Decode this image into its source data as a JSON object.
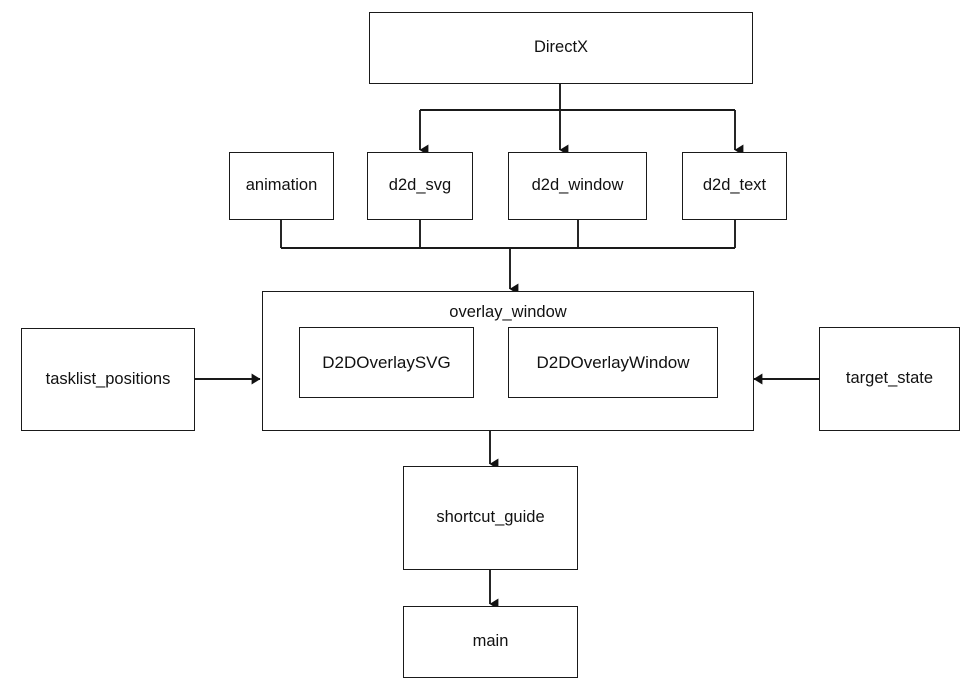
{
  "diagram": {
    "title": "DirectX module dependency diagram",
    "type": "flowchart",
    "background_color": "#ffffff",
    "line_color": "#1a1a1a",
    "text_color": "#111111",
    "nodes": {
      "directx": {
        "label": "DirectX"
      },
      "animation": {
        "label": "animation"
      },
      "d2d_svg": {
        "label": "d2d_svg"
      },
      "d2d_window": {
        "label": "d2d_window"
      },
      "d2d_text": {
        "label": "d2d_text"
      },
      "overlay_window": {
        "label": "overlay_window"
      },
      "d2d_overlay_svg": {
        "label": "D2DOverlaySVG"
      },
      "d2d_overlay_window": {
        "label": "D2DOverlayWindow"
      },
      "tasklist_positions": {
        "label": "tasklist_positions"
      },
      "target_state": {
        "label": "target_state"
      },
      "shortcut_guide": {
        "label": "shortcut_guide"
      },
      "main": {
        "label": "main"
      }
    },
    "edges": [
      {
        "from": "directx",
        "to": "d2d_svg",
        "arrow": "down"
      },
      {
        "from": "directx",
        "to": "d2d_window",
        "arrow": "down"
      },
      {
        "from": "directx",
        "to": "d2d_text",
        "arrow": "down"
      },
      {
        "from": "animation",
        "to": "overlay_window",
        "arrow": "down"
      },
      {
        "from": "d2d_svg",
        "to": "overlay_window",
        "arrow": "down"
      },
      {
        "from": "d2d_window",
        "to": "overlay_window",
        "arrow": "down"
      },
      {
        "from": "d2d_text",
        "to": "overlay_window",
        "arrow": "down"
      },
      {
        "from": "tasklist_positions",
        "to": "overlay_window",
        "arrow": "right"
      },
      {
        "from": "target_state",
        "to": "overlay_window",
        "arrow": "left"
      },
      {
        "from": "overlay_window",
        "to": "shortcut_guide",
        "arrow": "down"
      },
      {
        "from": "shortcut_guide",
        "to": "main",
        "arrow": "down"
      }
    ]
  }
}
